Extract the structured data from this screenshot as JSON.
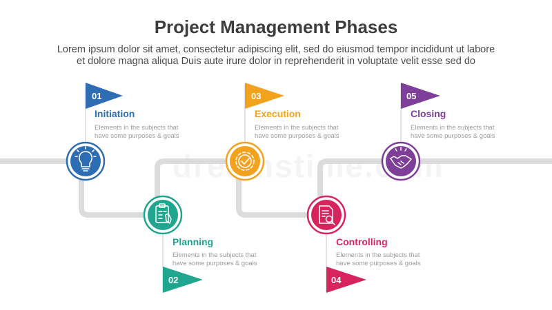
{
  "title": "Project Management Phases",
  "subtitle_line1": "Lorem ipsum dolor sit amet, consectetur adipiscing elit, sed do eiusmod tempor incididunt ut labore",
  "subtitle_line2": "et dolore magna aliqua Duis aute irure dolor in reprehenderit in voluptate velit esse sed do",
  "watermark": "dreamstime.com",
  "phases": [
    {
      "number": "01",
      "label": "Initiation",
      "desc1": "Elements in the subjects that",
      "desc2": "have  some purposes & goals",
      "color": "#2e6db4",
      "icon": "lightbulb-icon"
    },
    {
      "number": "02",
      "label": "Planning",
      "desc1": "Elements in the subjects that",
      "desc2": "have  some purposes & goals",
      "color": "#20a58f",
      "icon": "clipboard-icon"
    },
    {
      "number": "03",
      "label": "Execution",
      "desc1": "Elements in the subjects that",
      "desc2": "have  some purposes & goals",
      "color": "#f2a21d",
      "icon": "gear-check-icon"
    },
    {
      "number": "04",
      "label": "Controlling",
      "desc1": "Elements in the subjects that",
      "desc2": "have  some purposes & goals",
      "color": "#d8245d",
      "icon": "document-search-icon"
    },
    {
      "number": "05",
      "label": "Closing",
      "desc1": "Elements in the subjects that",
      "desc2": "have  some purposes & goals",
      "color": "#7d3f98",
      "icon": "handshake-icon"
    }
  ],
  "road_color": "#dcdcdc"
}
